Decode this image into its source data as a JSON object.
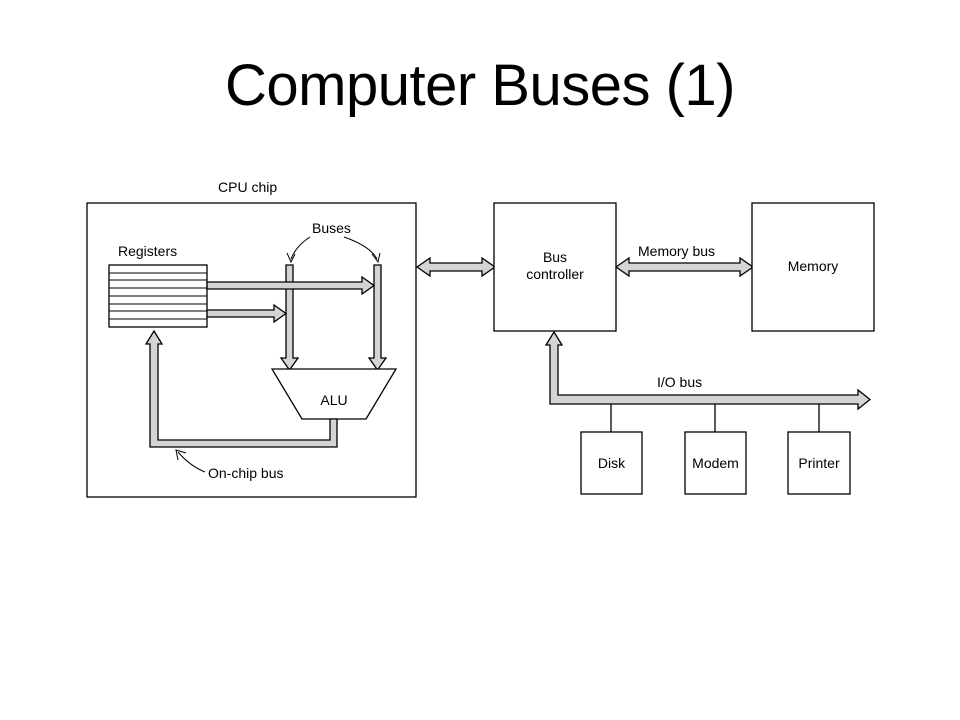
{
  "slide": {
    "title": "Computer Buses (1)"
  },
  "diagram": {
    "cpu_chip_label": "CPU chip",
    "registers_label": "Registers",
    "buses_label": "Buses",
    "alu_label": "ALU",
    "on_chip_bus_label": "On-chip bus",
    "bus_controller_line1": "Bus",
    "bus_controller_line2": "controller",
    "memory_bus_label": "Memory bus",
    "memory_label": "Memory",
    "io_bus_label": "I/O bus",
    "devices": [
      "Disk",
      "Modem",
      "Printer"
    ]
  },
  "colors": {
    "bus_fill": "#d4d4d4",
    "stroke": "#000000",
    "background": "#ffffff"
  }
}
